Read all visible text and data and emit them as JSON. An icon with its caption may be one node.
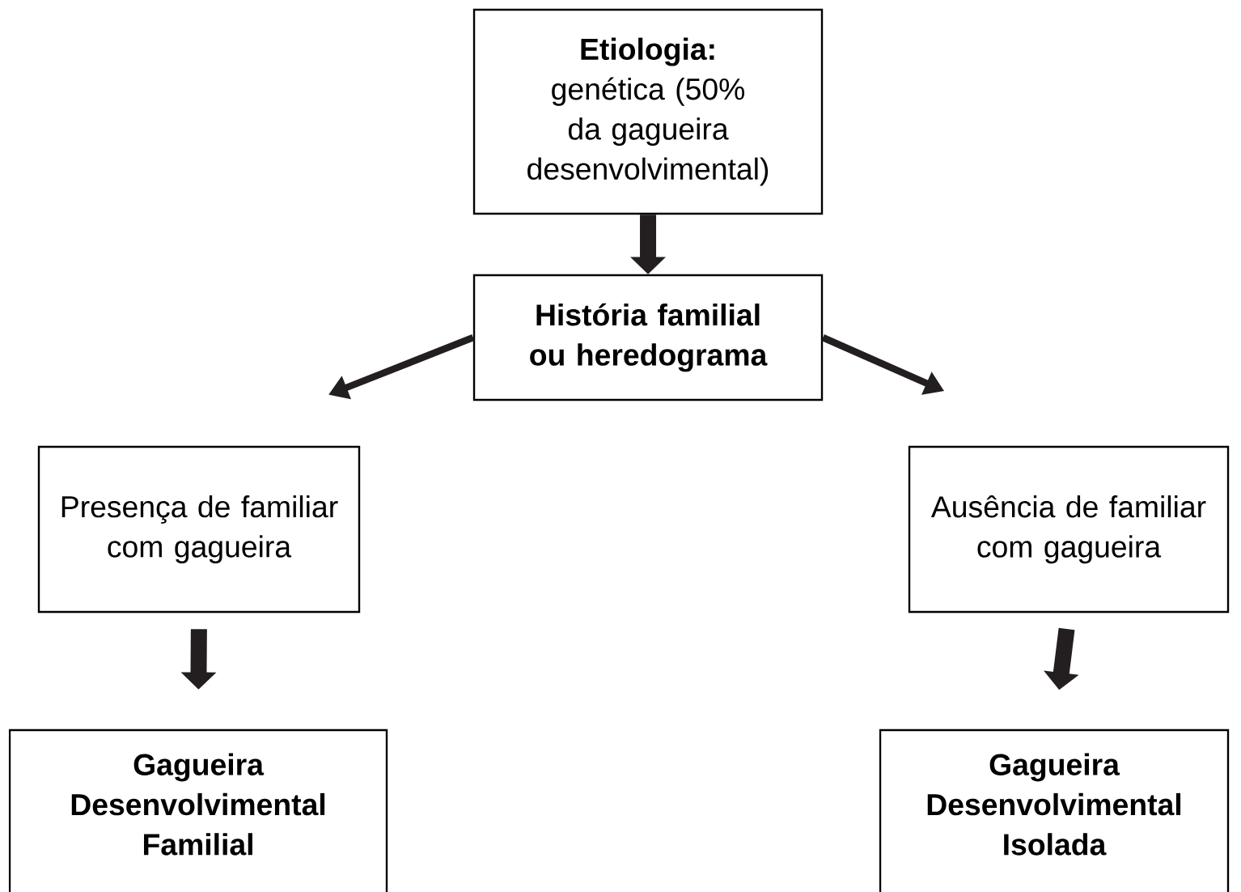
{
  "diagram": {
    "nodes": [
      {
        "text": [
          "Etiologia:",
          "genética (50% da gagueira desenvolvimental)"
        ]
      },
      {
        "text": [
          "História familial ou heredograma"
        ]
      },
      {
        "text": [
          "Presença de familiar com gagueira"
        ]
      },
      {
        "text": [
          "Ausência de familiar com gagueira"
        ]
      },
      {
        "text": [
          "Gagueira Desenvolvimental Familial"
        ]
      },
      {
        "text": [
          "Gagueira Desenvolvimental Isolada"
        ]
      }
    ],
    "edges": [
      {
        "from": 0,
        "to": 1,
        "arrow": "to"
      },
      {
        "from": 1,
        "to": 2,
        "arrow": "to"
      },
      {
        "from": 1,
        "to": 3,
        "arrow": "to"
      },
      {
        "from": 2,
        "to": 4,
        "arrow": "to"
      },
      {
        "from": 3,
        "to": 5,
        "arrow": "to"
      }
    ]
  }
}
